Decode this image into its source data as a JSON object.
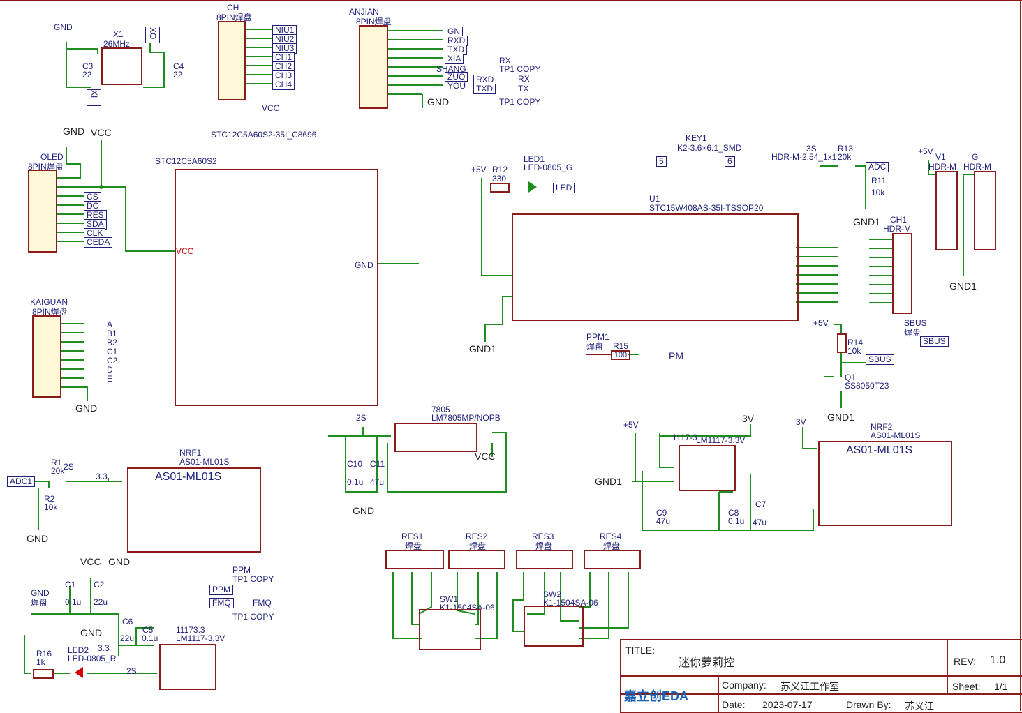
{
  "schematic": {
    "crystal": {
      "ref": "X1",
      "value": "26MHz",
      "c3": "C3",
      "c3v": "22",
      "c4": "C4",
      "c4v": "22",
      "gnd": "GND",
      "xo": "XO",
      "xi": "XI"
    },
    "ch_header": {
      "ref": "CH",
      "name": "8PIN焊盘",
      "nets": [
        "NIU1",
        "NIU2",
        "NIU3",
        "CH1",
        "CH2",
        "CH3",
        "CH4"
      ],
      "vcc": "VCC"
    },
    "anjian_header": {
      "ref": "ANJIAN",
      "name": "8PIN焊盘",
      "nets": [
        "GN",
        "RXD",
        "TXD",
        "XIA",
        "SHANG",
        "ZUO",
        "YOU"
      ],
      "gnd": "GND"
    },
    "rx": {
      "ref": "RX",
      "copy": "TP1 COPY",
      "rxd": "RXD",
      "txd": "TXD",
      "rx": "RX",
      "tx": "TX",
      "copy2": "TP1 COPY"
    },
    "mcu": {
      "part": "STC12C5A60S2-35I_C8696",
      "name": "STC12C5A60S2",
      "vcc": "VCC",
      "gnd": "GND"
    },
    "oled": {
      "ref": "OLED",
      "name": "8PIN焊盘",
      "gnd": "GND",
      "vcc": "VCC",
      "nets": [
        "CS",
        "DC",
        "RES",
        "SDA",
        "CLK",
        "CEDA"
      ]
    },
    "kaiguan": {
      "ref": "KAIGUAN",
      "name": "8PIN焊盘",
      "nets": [
        "A",
        "B1",
        "B2",
        "C1",
        "C2",
        "D",
        "E"
      ],
      "gnd": "GND"
    },
    "led1": {
      "ref": "LED1",
      "value": "LED-0805_G",
      "r": "R12",
      "rv": "330",
      "net": "LED",
      "supply": "+5V"
    },
    "key1": {
      "ref": "KEY1",
      "value": "K2-3.6×6.1_SMD",
      "a": "5",
      "b": "6"
    },
    "adc": {
      "ref": "3S",
      "hdr": "HDR-M-2.54_1x1",
      "r13": "R13",
      "r13v": "20k",
      "r11": "R11",
      "r11v": "10k",
      "net": "ADC",
      "gnd": "GND1"
    },
    "headers_right": {
      "v1": "V1",
      "g": "G",
      "hdr": "HDR-M",
      "supply": "+5V",
      "gnd": "GND1",
      "ch1": "CH1"
    },
    "u1": {
      "ref": "U1",
      "part": "STC15W408AS-35I-TSSOP20",
      "gnd": "GND1"
    },
    "sbus": {
      "ref": "SBUS",
      "name": "焊盘",
      "net": "SBUS",
      "r14": "R14",
      "r14v": "10k",
      "q1": "Q1",
      "q1v": "SS8050T23",
      "supply": "+5V",
      "gnd": "GND1"
    },
    "ppm1": {
      "ref": "PPM1",
      "name": "焊盘",
      "r15": "R15",
      "r15v": "100",
      "net": "PM"
    },
    "reg7805": {
      "ref": "7805",
      "part": "LM7805MP/NOPB",
      "s": "2S",
      "c10": "C10",
      "c10v": "0.1u",
      "c11": "C11",
      "c11v": "47u",
      "vcc": "VCC",
      "gnd": "GND"
    },
    "reg1117": {
      "ref": "1117-3",
      "part": "LM1117-3.3V",
      "c9": "C9",
      "c9v": "47u",
      "c8": "C8",
      "c8v": "0.1u",
      "c7": "C7",
      "c7v": "47u",
      "supply": "+5V",
      "v3": "3V",
      "gnd": "GND1"
    },
    "nrf1": {
      "ref": "NRF1",
      "part": "AS01-ML01S",
      "title": "AS01-ML01S",
      "r1": "R1",
      "r1v": "20k",
      "r2": "R2",
      "r2v": "10k",
      "adc": "ADC1",
      "gnd": "GND",
      "v33": "3.3",
      "s": "2S"
    },
    "nrf2": {
      "ref": "NRF2",
      "part": "AS01-ML01S",
      "title": "AS01-ML01S",
      "v3": "3V"
    },
    "ppm": {
      "ref": "PPM",
      "copy": "TP1 COPY",
      "ppm": "PPM",
      "fmq": "FMQ",
      "copy2": "TP1 COPY"
    },
    "power": {
      "gnd": "GND",
      "pad": "焊盘",
      "c1": "C1",
      "c1v": "0.1u",
      "c2": "C2",
      "c2v": "22u",
      "c6": "C6",
      "c6v": "22u",
      "c5": "C5",
      "c5v": "0.1u",
      "r16": "R16",
      "r16v": "1k",
      "led2": "LED2",
      "led2v": "LED-0805_R",
      "reg": "11173.3",
      "regp": "LM1117-3.3V",
      "vcc": "VCC",
      "s": "2S",
      "v33": "3.3"
    },
    "switches": {
      "res1": "RES1",
      "res2": "RES2",
      "res3": "RES3",
      "res4": "RES4",
      "pad": "焊盘",
      "sw1": "SW1",
      "sw2": "SW2",
      "swp": "K1-1504SA-06"
    }
  },
  "title_block": {
    "title_label": "TITLE:",
    "title": "迷你萝莉控",
    "rev_label": "REV:",
    "rev": "1.0",
    "company_label": "Company:",
    "company": "苏义江工作室",
    "sheet_label": "Sheet:",
    "sheet": "1/1",
    "date_label": "Date:",
    "date": "2023-07-17",
    "drawn_label": "Drawn By:",
    "drawn": "苏义江",
    "logo": "嘉立创EDA"
  },
  "colors": {
    "wire": "#1f8c1f",
    "part": "#8a1b1b",
    "net": "#1f1f7a",
    "pin_red": "#c00000",
    "pad_fill": "#fff8d6"
  }
}
